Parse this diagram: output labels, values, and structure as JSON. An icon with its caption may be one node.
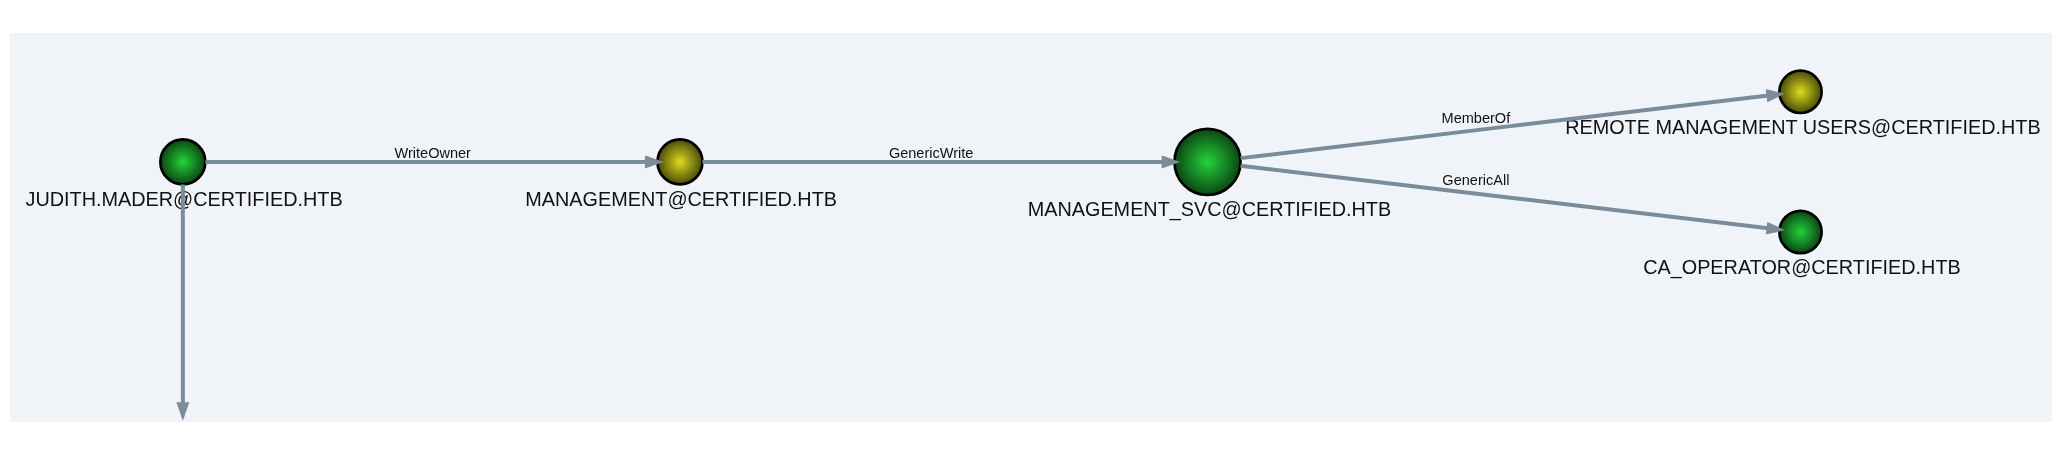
{
  "diagram": {
    "nodes": [
      {
        "text": [
          "JUDITH.MADER@CERTIFIED.HTB"
        ]
      },
      {
        "text": [
          "MANAGEMENT@CERTIFIED.HTB"
        ]
      },
      {
        "text": [
          "MANAGEMENT_SVC@CERTIFIED.HTB"
        ]
      },
      {
        "text": [
          "REMOTE MANAGEMENT USERS@CERTIFIED.HTB"
        ]
      },
      {
        "text": [
          "CA_OPERATOR@CERTIFIED.HTB"
        ]
      }
    ],
    "edges": [
      {
        "from": 0,
        "to": 1,
        "arrow": "to",
        "label": "WriteOwner"
      },
      {
        "from": 1,
        "to": 2,
        "arrow": "to",
        "label": "GenericWrite"
      },
      {
        "from": 2,
        "to": 3,
        "arrow": "to",
        "label": "MemberOf"
      },
      {
        "from": 2,
        "to": 4,
        "arrow": "to",
        "label": "GenericAll"
      },
      {
        "from": 0,
        "to": null,
        "arrow": "to"
      }
    ]
  }
}
